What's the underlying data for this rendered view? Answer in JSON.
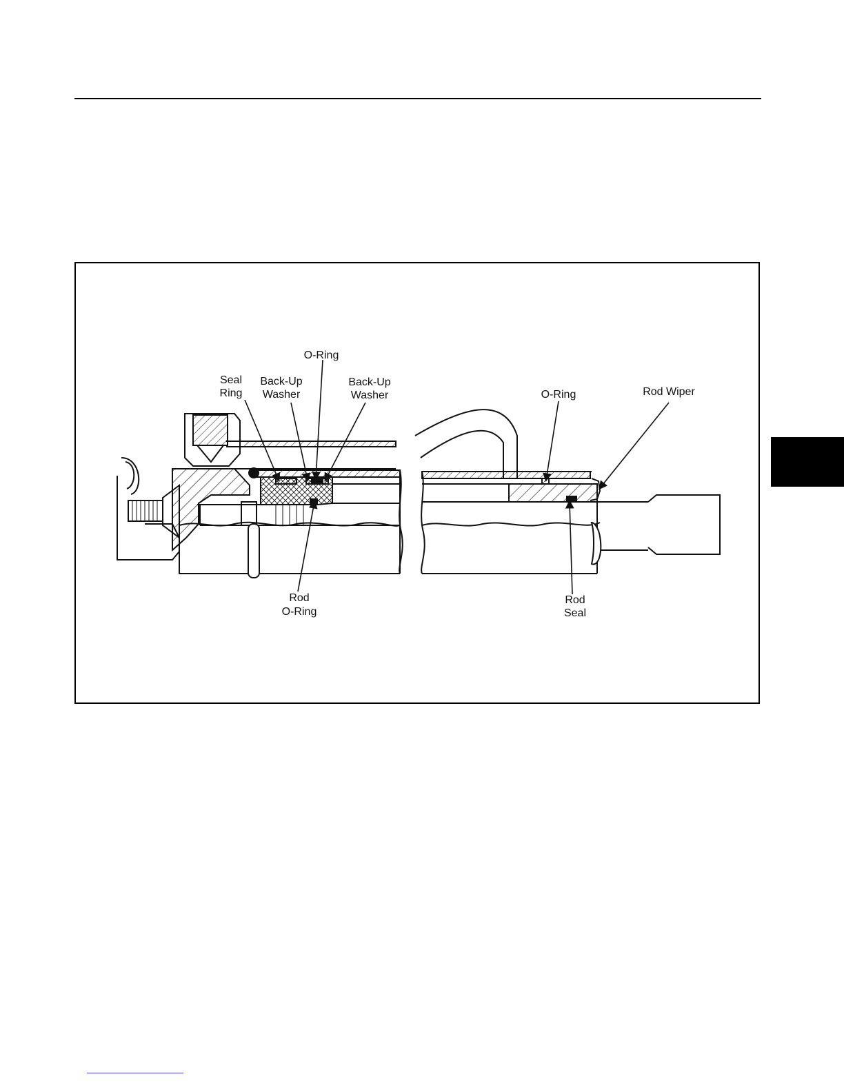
{
  "figure": {
    "callouts": {
      "o_ring_top": "O-Ring",
      "seal_ring_line1": "Seal",
      "seal_ring_line2": "Ring",
      "backup_washer_left_line1": "Back-Up",
      "backup_washer_left_line2": "Washer",
      "backup_washer_right_line1": "Back-Up",
      "backup_washer_right_line2": "Washer",
      "rod_oring_line1": "Rod",
      "rod_oring_line2": "O-Ring",
      "o_ring_right": "O-Ring",
      "rod_wiper": "Rod Wiper",
      "rod_seal_line1": "Rod",
      "rod_seal_line2": "Seal"
    }
  },
  "colors": {
    "ink": "#111111",
    "section_tab": "#000000",
    "footer_rule": "#4a4aff"
  }
}
